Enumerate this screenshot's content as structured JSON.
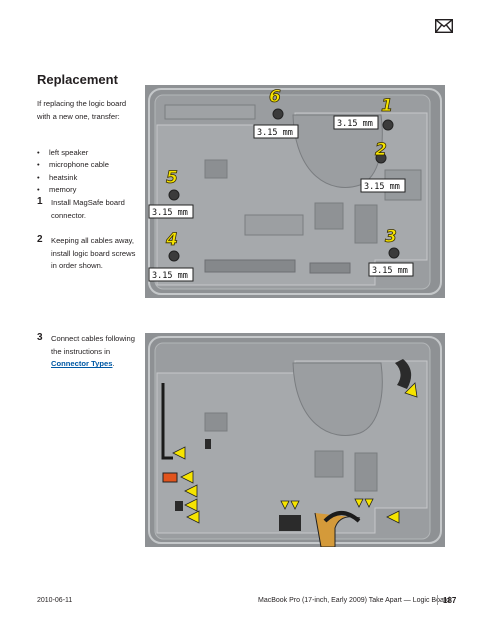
{
  "header": {
    "mail_icon": "mail-icon"
  },
  "section": {
    "title": "Replacement"
  },
  "intro": {
    "lead": "If replacing the logic board with a new one, transfer:",
    "items": [
      "left speaker",
      "microphone cable",
      "heatsink",
      "memory"
    ]
  },
  "steps": [
    {
      "num": "1",
      "text": "Install MagSafe board connector."
    },
    {
      "num": "2",
      "text": "Keeping all cables away, install logic board screws in order shown."
    },
    {
      "num": "3",
      "text": "Connect cables following the instructions in ",
      "link": "Connector Types",
      "after": "."
    }
  ],
  "figure1": {
    "callouts": [
      "1",
      "2",
      "3",
      "4",
      "5",
      "6"
    ],
    "measure": "3.15 mm"
  },
  "figure2": {
    "arrow_color": "#f6e400"
  },
  "colors": {
    "callout": "#f6e400",
    "link": "#0059a5"
  },
  "footer": {
    "date": "2010-06-11",
    "title": "MacBook Pro (17-inch, Early 2009) Take Apart — Logic Board",
    "page": "187"
  }
}
